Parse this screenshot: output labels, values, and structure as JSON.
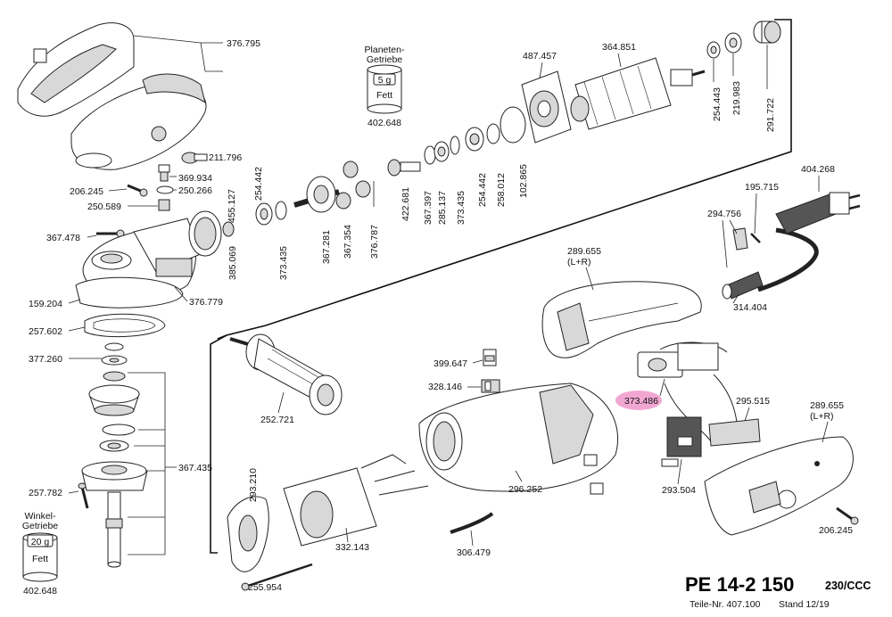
{
  "title": "PE 14-2 150",
  "title_suffix": "230/CCC",
  "footer": {
    "parts_no": "Teile-Nr. 407.100",
    "stand": "Stand 12/19"
  },
  "grease_top": {
    "label": "Planeten-\nGetriebe",
    "label_line1": "Planeten-",
    "label_line2": "Getriebe",
    "amount": "5 g",
    "name": "Fett",
    "part": "402.648"
  },
  "grease_bottom": {
    "label_line1": "Winkel-",
    "label_line2": "Getriebe",
    "amount": "20 g",
    "name": "Fett",
    "part": "402.648"
  },
  "highlight_color": "#f2a7d3",
  "highlighted_part": "373.486",
  "labels": {
    "p376795": "376.795",
    "p211796": "211.796",
    "p369934": "369.934",
    "p206245a": "206.245",
    "p250266": "250.266",
    "p250589": "250.589",
    "p367478": "367.478",
    "p455127": "455.127",
    "p254442a": "254.442",
    "p385069": "385.069",
    "p373435a": "373.435",
    "p367281": "367.281",
    "p367354": "367.354",
    "p376787": "376.787",
    "p422681": "422.681",
    "p367397": "367.397",
    "p285137": "285.137",
    "p373435b": "373.435",
    "p254442b": "254.442",
    "p258012": "258.012",
    "p102865": "102.865",
    "p487457": "487.457",
    "p364851": "364.851",
    "p254443": "254.443",
    "p219983": "219.983",
    "p291722": "291.722",
    "p404268": "404.268",
    "p195715": "195.715",
    "p294756": "294.756",
    "p289655a": "289.655",
    "p289655a_sub": "(L+R)",
    "p314404": "314.404",
    "p159204": "159.204",
    "p376779": "376.779",
    "p257602": "257.602",
    "p377260": "377.260",
    "p367435": "367.435",
    "p257782": "257.782",
    "p252721": "252.721",
    "p399647": "399.647",
    "p328146": "328.146",
    "p373486": "373.486",
    "p295515": "295.515",
    "p289655b": "289.655",
    "p289655b_sub": "(L+R)",
    "p293504": "293.504",
    "p296252": "296.252",
    "p293210": "293.210",
    "p332143": "332.143",
    "p306479": "306.479",
    "p206245b": "206.245",
    "p255954": "255.954"
  }
}
